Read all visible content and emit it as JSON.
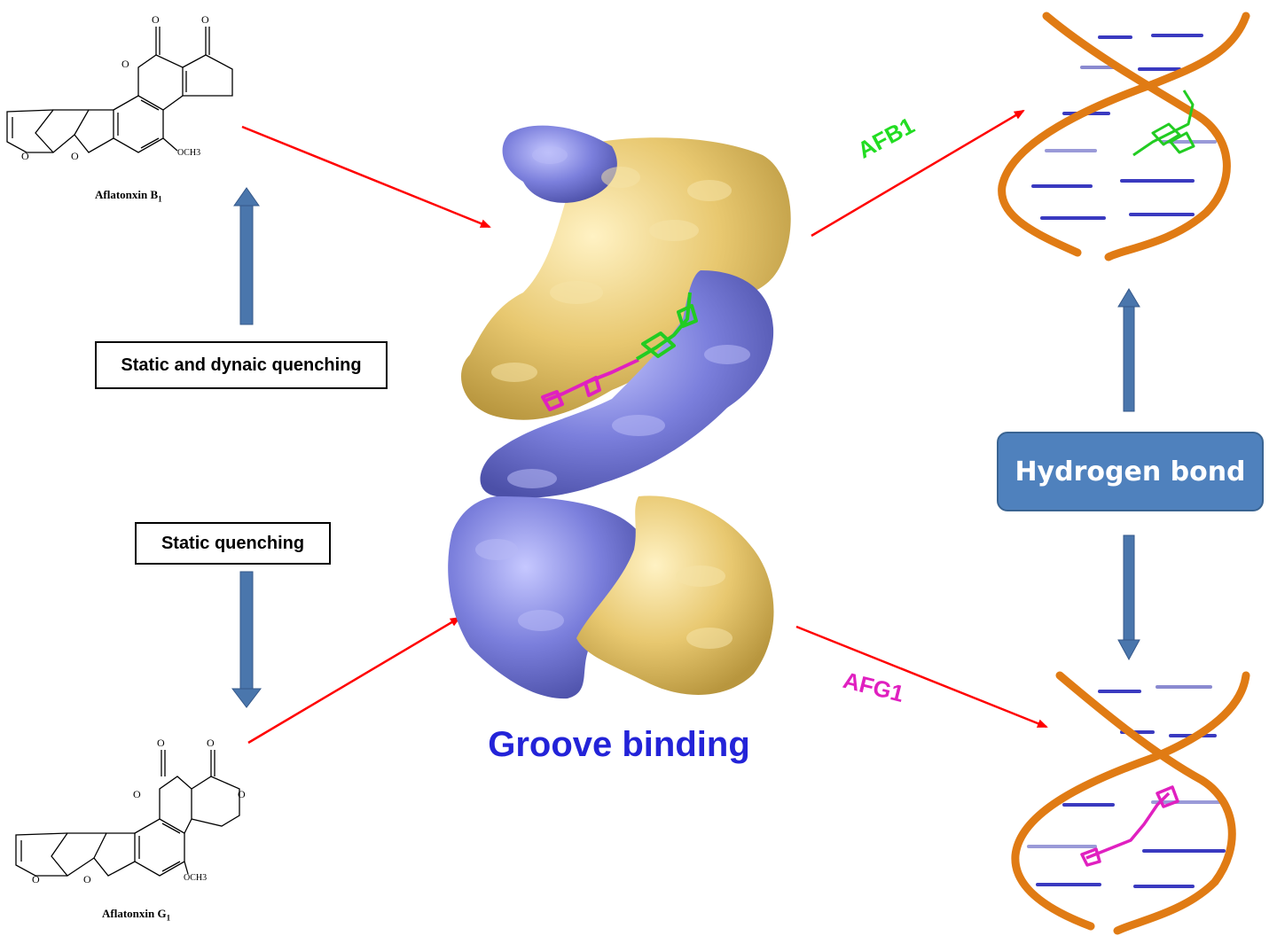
{
  "molecule_top": {
    "name": "Aflatonxin B",
    "subscript": "1",
    "substituent": "OCH3"
  },
  "molecule_bottom": {
    "name": "Aflatonxin G",
    "subscript": "1",
    "substituent": "OCH3"
  },
  "box_static_dynamic": "Static and dynaic quenching",
  "box_static": "Static quenching",
  "center_title": "Groove binding",
  "label_afb1": "AFB1",
  "label_afg1": "AFG1",
  "hydrogen_bond": "Hydrogen bond",
  "colors": {
    "red_arrow": "#ff0000",
    "blue_arrow": "#4a76ac",
    "surface_yellow": "#e8c870",
    "surface_blue": "#7b7fdc",
    "dna_backbone": "#e07b14",
    "afb1_green": "#22cc22",
    "afg1_magenta": "#e020c0",
    "groove_text": "#2323d8",
    "hbond_box": "#4f81bd"
  }
}
